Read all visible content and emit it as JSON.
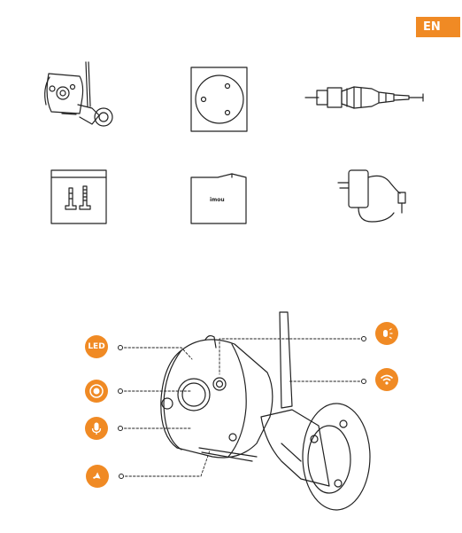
{
  "language_badge": "EN",
  "package_contents": {
    "manual_brand": "imou"
  },
  "callouts": {
    "led_label": "LED"
  },
  "colors": {
    "accent": "#f08a24",
    "line": "#222222"
  },
  "icons": [
    "led-indicator-icon",
    "spotlight-icon",
    "microphone-icon",
    "speaker-icon",
    "light-sensor-icon",
    "wifi-icon"
  ]
}
